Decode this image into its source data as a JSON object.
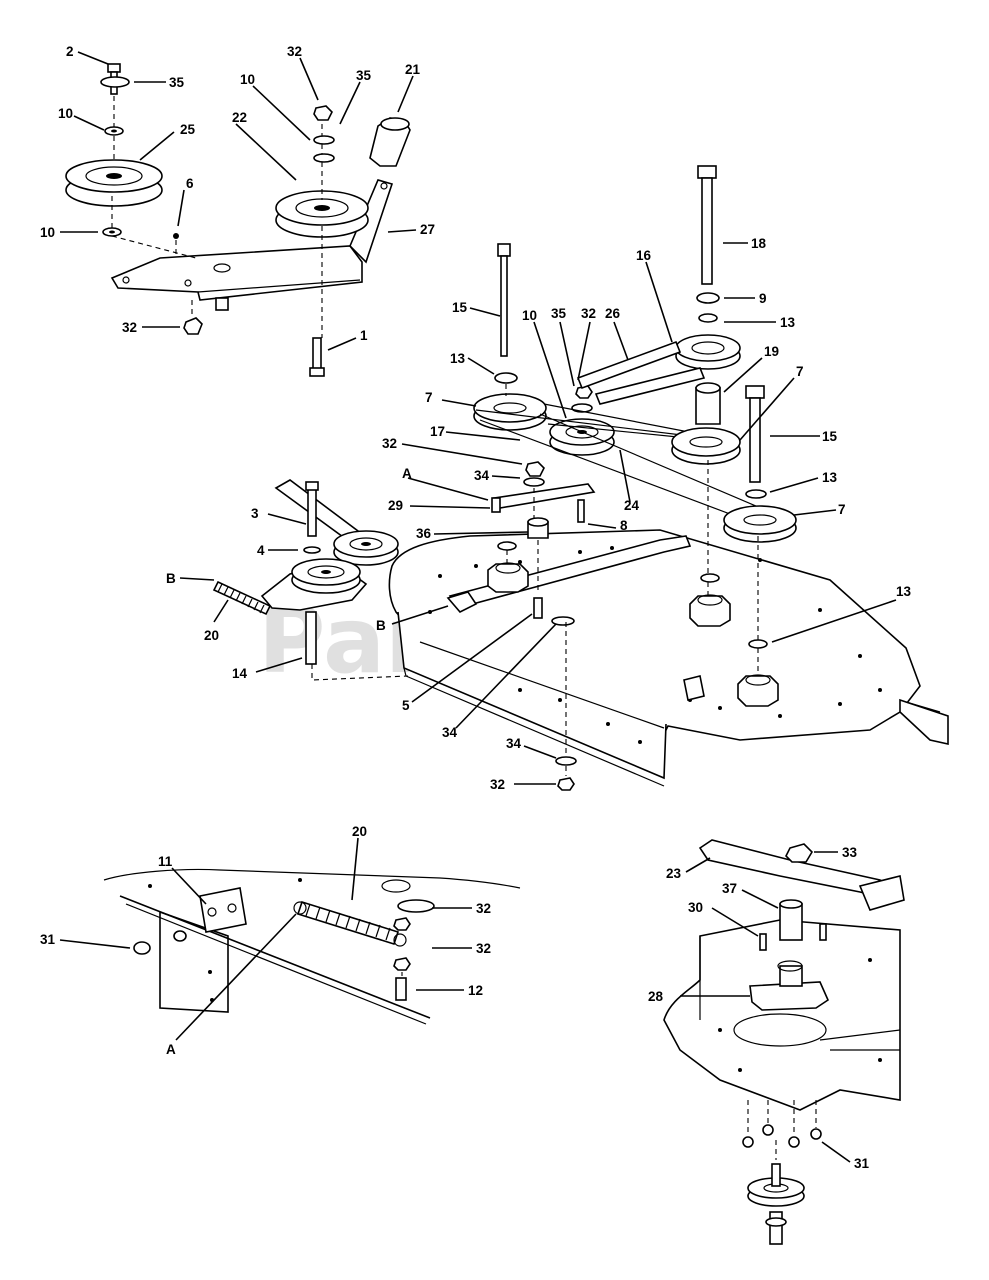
{
  "watermark": "PartsTree",
  "callouts": {
    "c2": "2",
    "c35a": "35",
    "c10a": "10",
    "c25": "25",
    "c6": "6",
    "c10b": "10",
    "c32a": "32",
    "c32b": "32",
    "c35b": "35",
    "c21": "21",
    "c10c": "10",
    "c22": "22",
    "c27": "27",
    "c1": "1",
    "c18": "18",
    "c16": "16",
    "c9": "9",
    "c15a": "15",
    "c10d": "10",
    "c35c": "35",
    "c32c": "32",
    "c26": "26",
    "c13a": "13",
    "c19": "19",
    "c7a": "7",
    "c7b": "7",
    "c13b": "13",
    "c17": "17",
    "c15b": "15",
    "c32d": "32",
    "c24": "24",
    "c13c": "13",
    "cA1": "A",
    "c34a": "34",
    "c29": "29",
    "c7c": "7",
    "c3": "3",
    "c8": "8",
    "c36": "36",
    "c4": "4",
    "cB1": "B",
    "c20a": "20",
    "c13d": "13",
    "cB2": "B",
    "c14": "14",
    "c5": "5",
    "c34b": "34",
    "c34c": "34",
    "c32e": "32",
    "c20b": "20",
    "c11": "11",
    "c32f": "32",
    "c31a": "31",
    "c32g": "32",
    "c12": "12",
    "cA2": "A",
    "c33": "33",
    "c23": "23",
    "c37": "37",
    "c30": "30",
    "c28": "28",
    "c31b": "31"
  }
}
